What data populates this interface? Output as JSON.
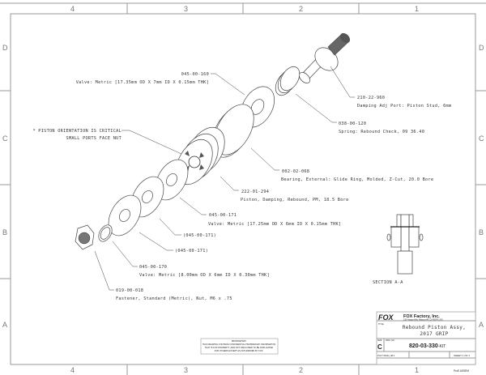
{
  "frame": {
    "columns": [
      "4",
      "3",
      "2",
      "1"
    ],
    "rows": [
      "D",
      "C",
      "B",
      "A"
    ]
  },
  "callouts": [
    {
      "part": "045-00-160",
      "desc": "Valve: Metric [17.35mm OD X 7mm ID X 0.15mm THK]"
    },
    {
      "part": "210-22-960",
      "desc": "Damping Adj Port: Piston Stud, 6mm"
    },
    {
      "part": "038-00-120",
      "desc": "Spring: Rebound Check, 09 36.40"
    },
    {
      "part": "002-02-068",
      "desc": "Bearing, External: Glide Ring, Molded, Z-Cut, 20.0 Bore"
    },
    {
      "part": "222-01-294",
      "desc": "Piston, Damping, Rebound, PM, 18.5 Bore"
    },
    {
      "part": "045-00-171",
      "desc": "Valve: Metric [17.25mm OD X 6mm ID X 0.15mm THK]"
    },
    {
      "part": "(045-00-171)",
      "desc": ""
    },
    {
      "part": "(045-00-171)",
      "desc": ""
    },
    {
      "part": "045-00-170",
      "desc": "Valve: Metric [8.00mm OD X 6mm ID X 0.30mm THK]"
    },
    {
      "part": "019-00-018",
      "desc": "Fastener, Standard (Metric), Nut, M6 x .75"
    }
  ],
  "note": {
    "line1": "* PISTON ORIENTATION IS CRITICAL",
    "line2": "SMALL PORTS FACE NUT"
  },
  "section_label": "SECTION  A-A",
  "title_block": {
    "logo": "FOX",
    "company": "FOX Factory, Inc.",
    "address": "130 Hangar Way, Watsonville, CA 95076 USA",
    "title_label": "TITLE",
    "title_line1": "Rebound Piston Assy,",
    "title_line2": "2017 GRIP",
    "size_label": "SIZE",
    "size": "C",
    "dwg_label": "DWG. NO.",
    "dwg_no": "820-03-330",
    "dwg_suffix": "-KIT",
    "plot": "PLOT 60412_08:1",
    "sheet": "SHEET 1 OF 1",
    "footer": "ProE ASSEM"
  },
  "disclaimer": {
    "line1": "PROPRIETARY",
    "line2": "THIS DRAWING CONTAINS CONFIDENTIAL PROPRIETARY INFORMATION",
    "line3": "THAT IS FOX PROPERTY, AND NOT DISCLOSED TO BE DUPLICATED",
    "line4": "FOR OTHERS EXCEPT AS AUTHORIZED BY FOX."
  }
}
